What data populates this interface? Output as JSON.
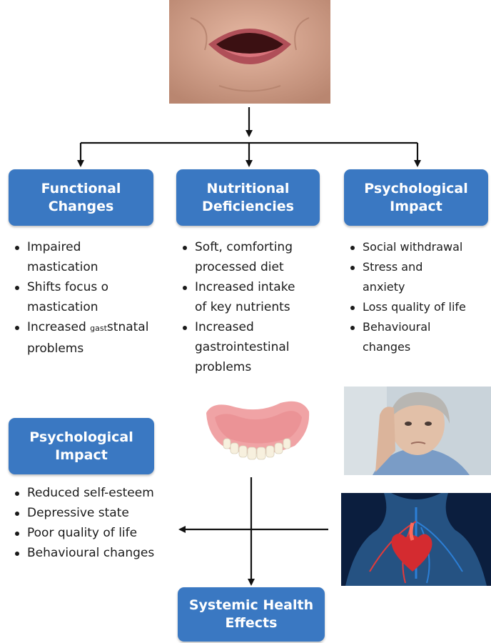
{
  "colors": {
    "box_fill": "#3a78c2",
    "box_text": "#ffffff",
    "arrow": "#111111"
  },
  "boxes": {
    "functional": [
      "Functional",
      "Changes"
    ],
    "nutritional": [
      "Nutritional",
      "Deficiencies"
    ],
    "psych_top": [
      "Psychological",
      "Impact"
    ],
    "psych_left": [
      "Psychological",
      "Impact"
    ],
    "systemic": [
      "Systemic Health",
      "Effects"
    ]
  },
  "lists": {
    "functional": [
      {
        "lines": [
          "Impaired",
          "mastication"
        ]
      },
      {
        "lines": [
          "Shifts focus o",
          "mastication"
        ]
      },
      {
        "pre": "Increased ",
        "small": "gast",
        "post": "stnatal",
        "lines2": [
          "problems"
        ]
      }
    ],
    "nutritional": [
      {
        "lines": [
          "Soft, comforting",
          "processed diet"
        ]
      },
      {
        "lines": [
          "Increased intake",
          "of key nutrients"
        ]
      },
      {
        "lines": [
          "Increased",
          "gastrointestinal",
          "problems"
        ]
      }
    ],
    "psych_top": [
      {
        "lines": [
          "Social withdrawal"
        ]
      },
      {
        "lines": [
          "Stress and",
          "anxiety"
        ]
      },
      {
        "lines": [
          "Loss quality of life"
        ]
      },
      {
        "lines": [
          "Behavioural",
          "changes"
        ]
      }
    ],
    "psych_left": [
      {
        "lines": [
          "Reduced self-esteem"
        ]
      },
      {
        "lines": [
          "Depressive state"
        ]
      },
      {
        "lines": [
          "Poor quality of life"
        ]
      },
      {
        "lines": [
          "Behavioural changes"
        ]
      }
    ]
  },
  "images": [
    "mouth-photo",
    "denture-image",
    "worried-woman-photo",
    "heart-circulation-image"
  ]
}
